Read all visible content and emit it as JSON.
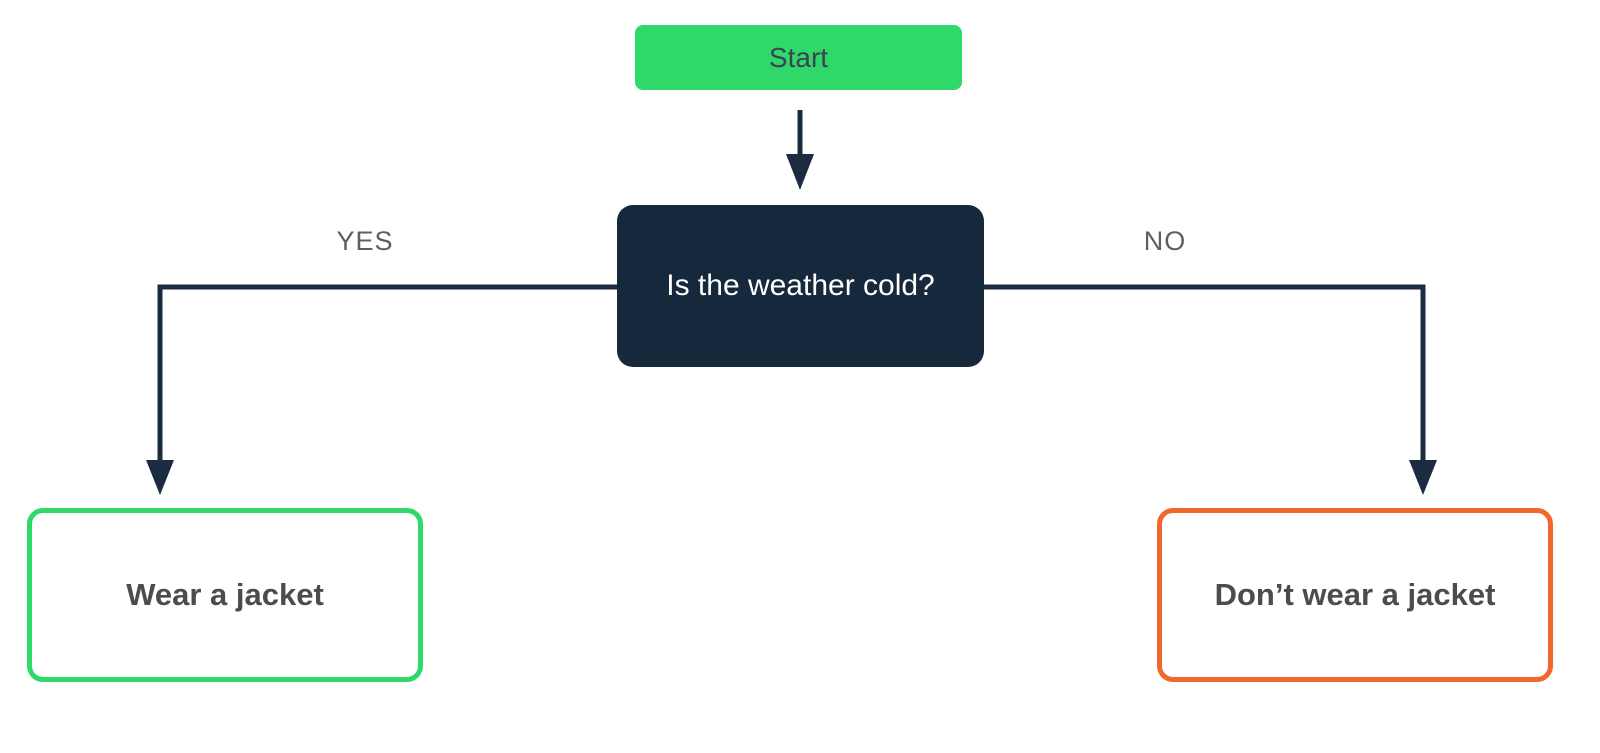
{
  "diagram": {
    "type": "flowchart",
    "background_color": "#FFFFFF",
    "nodes": {
      "start": {
        "label": "Start",
        "shape": "rounded-rectangle",
        "fill_color": "#2ED96A",
        "text_color": "#3B4252"
      },
      "decision": {
        "label": "Is the weather cold?",
        "shape": "rounded-rectangle",
        "fill_color": "#16283C",
        "text_color": "#FFFFFF"
      },
      "outcome_yes": {
        "label": "Wear a jacket",
        "shape": "rounded-rectangle-outline",
        "border_color": "#2ED96A",
        "fill_color": "#FFFFFF",
        "text_color": "#4C4C4C"
      },
      "outcome_no": {
        "label": "Don’t wear a jacket",
        "shape": "rounded-rectangle-outline",
        "border_color": "#F2682C",
        "fill_color": "#FFFFFF",
        "text_color": "#4C4C4C"
      }
    },
    "edges": [
      {
        "from": "start",
        "to": "decision",
        "label": ""
      },
      {
        "from": "decision",
        "to": "outcome_yes",
        "label": "YES"
      },
      {
        "from": "decision",
        "to": "outcome_no",
        "label": "NO"
      }
    ],
    "connector_color": "#1B2B41",
    "edge_label_color": "#5C6066"
  }
}
